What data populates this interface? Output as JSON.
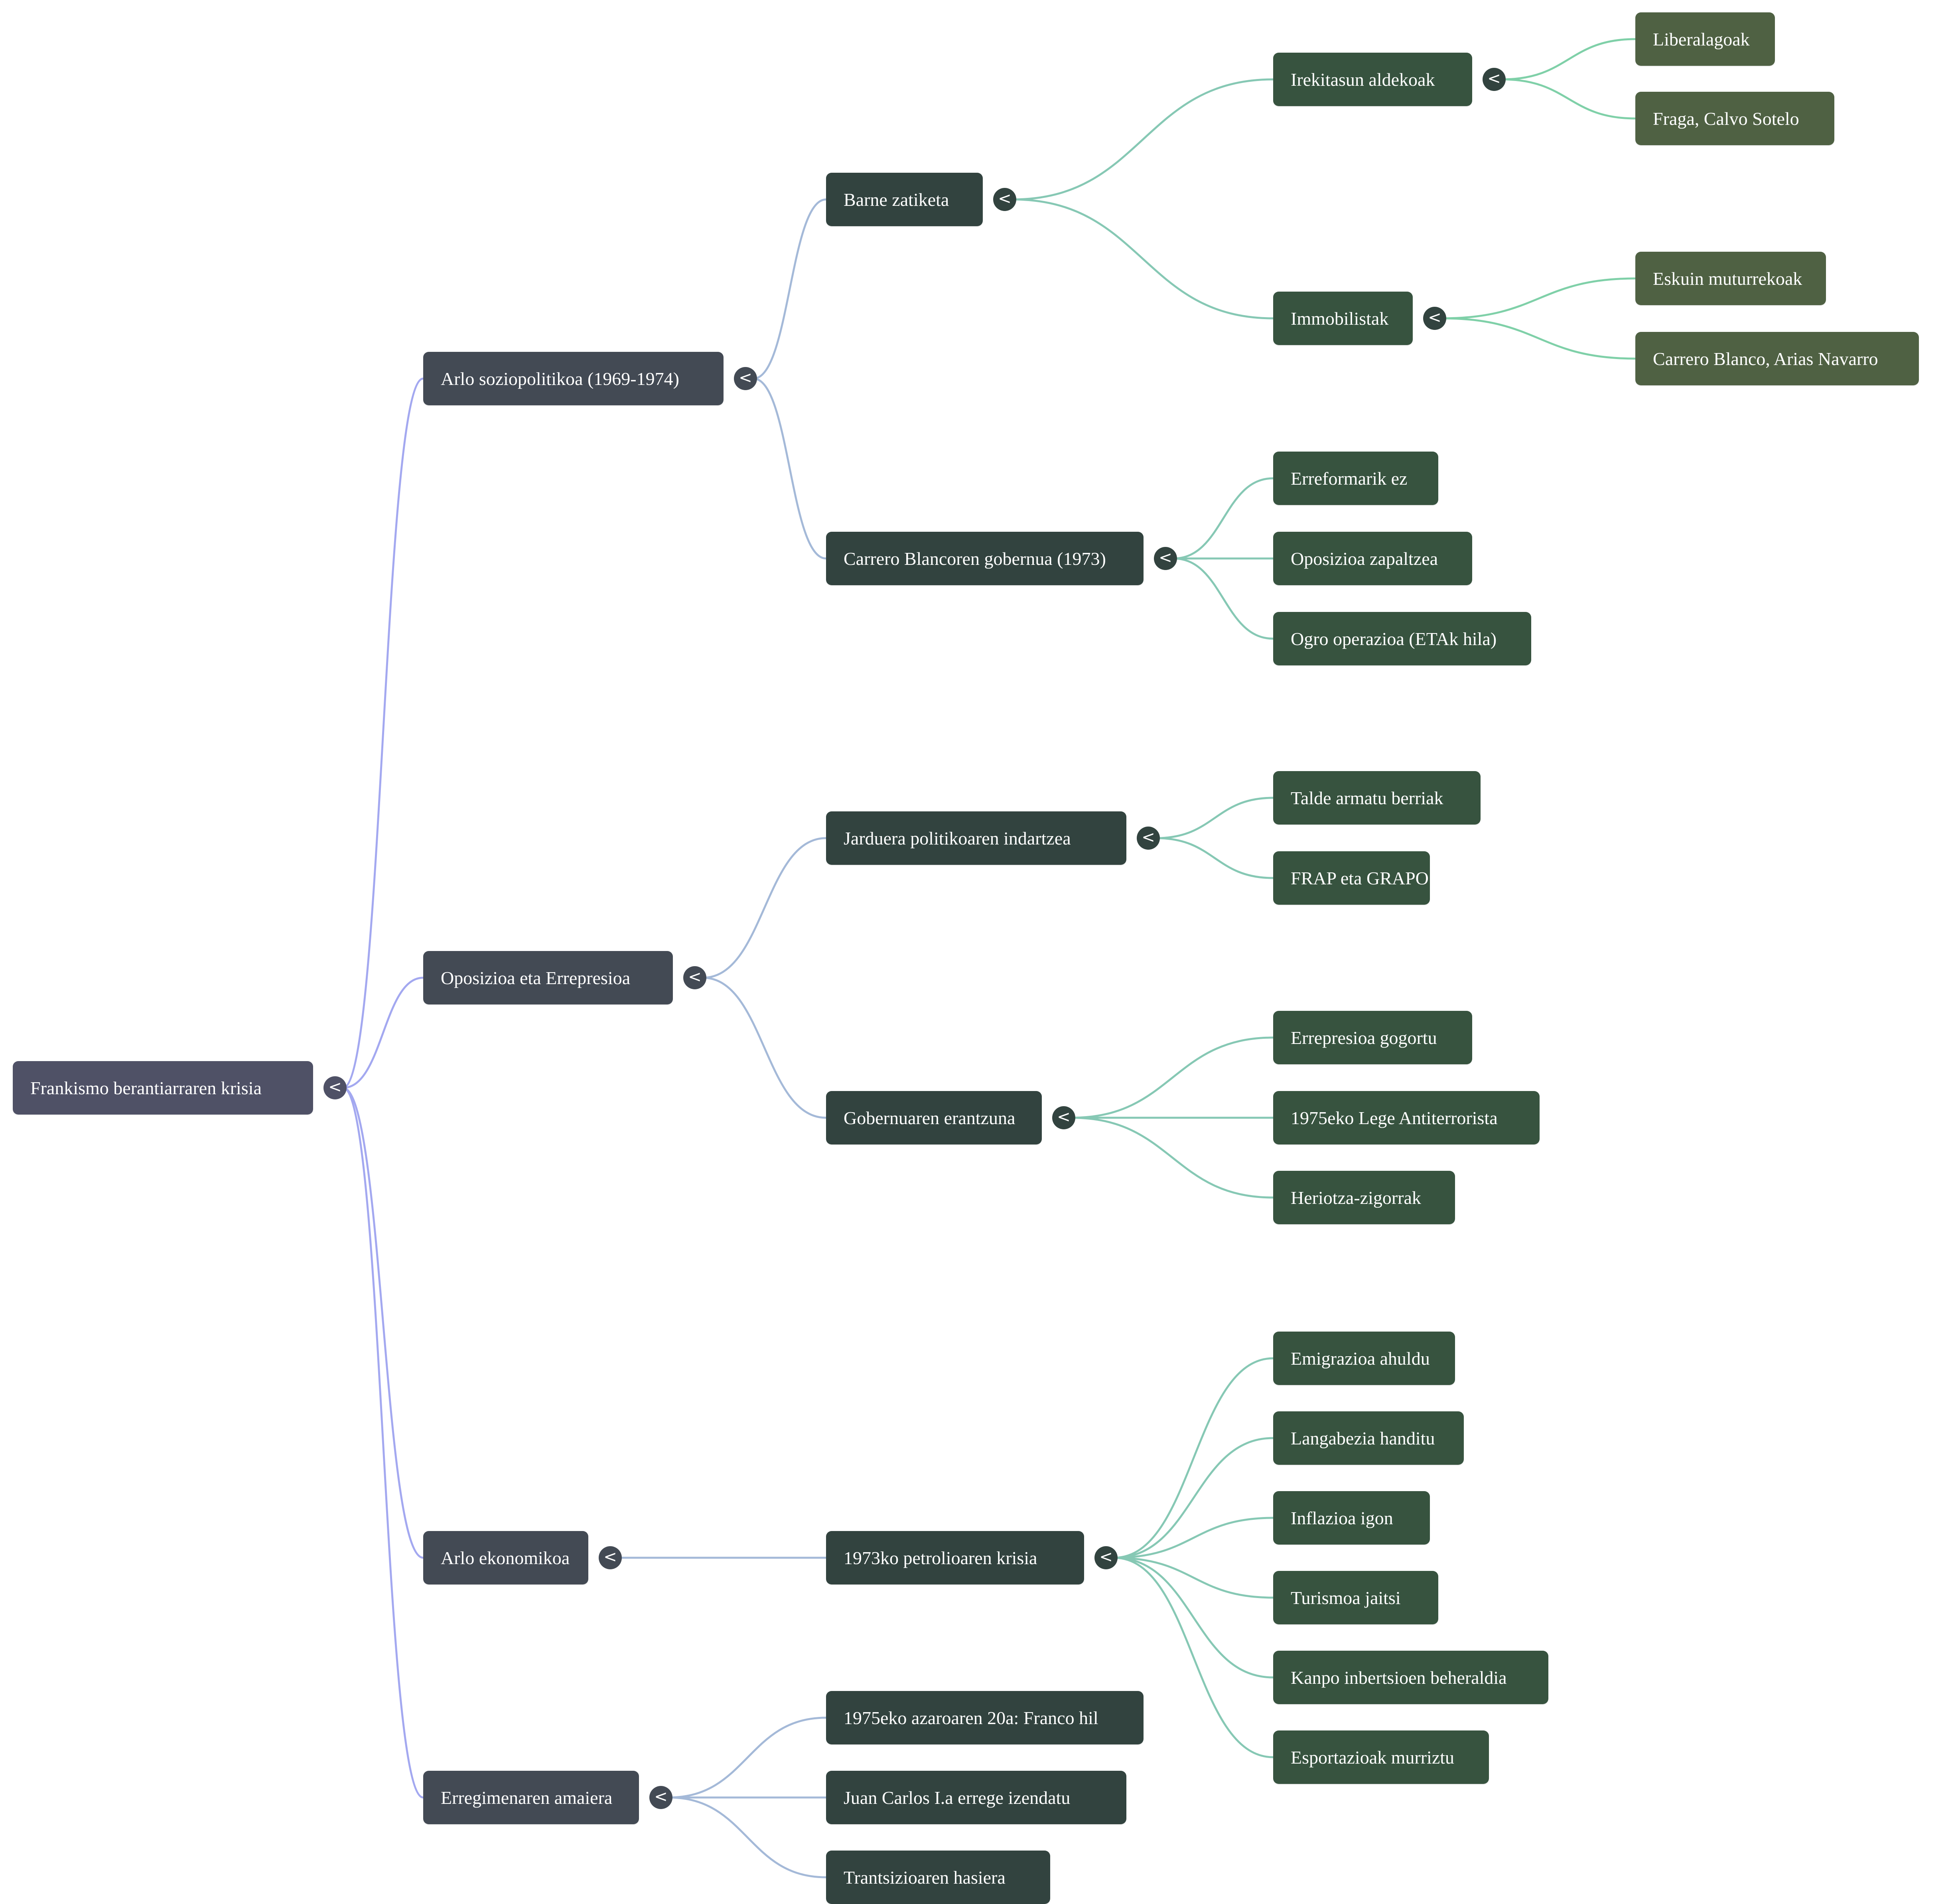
{
  "mindmap": {
    "root": {
      "label": "Frankismo berantiarraren krisia",
      "children": [
        {
          "label": "Arlo soziopolitikoa (1969-1974)",
          "children": [
            {
              "label": "Barne zatiketa",
              "children": [
                {
                  "label": "Irekitasun aldekoak",
                  "children": [
                    {
                      "label": "Liberalagoak"
                    },
                    {
                      "label": "Fraga, Calvo Sotelo"
                    }
                  ]
                },
                {
                  "label": "Immobilistak",
                  "children": [
                    {
                      "label": "Eskuin muturrekoak"
                    },
                    {
                      "label": "Carrero Blanco, Arias Navarro"
                    }
                  ]
                }
              ]
            },
            {
              "label": "Carrero Blancoren gobernua (1973)",
              "children": [
                {
                  "label": "Erreformarik ez"
                },
                {
                  "label": "Oposizioa zapaltzea"
                },
                {
                  "label": "Ogro operazioa (ETAk hila)"
                }
              ]
            }
          ]
        },
        {
          "label": "Oposizioa eta Errepresioa",
          "children": [
            {
              "label": "Jarduera politikoaren indartzea",
              "children": [
                {
                  "label": "Talde armatu berriak"
                },
                {
                  "label": "FRAP eta GRAPO"
                }
              ]
            },
            {
              "label": "Gobernuaren erantzuna",
              "children": [
                {
                  "label": "Errepresioa gogortu"
                },
                {
                  "label": "1975eko Lege Antiterrorista"
                },
                {
                  "label": "Heriotza-zigorrak"
                }
              ]
            }
          ]
        },
        {
          "label": "Arlo ekonomikoa",
          "children": [
            {
              "label": "1973ko petrolioaren krisia",
              "children": [
                {
                  "label": "Emigrazioa ahuldu"
                },
                {
                  "label": "Langabezia handitu"
                },
                {
                  "label": "Inflazioa igon"
                },
                {
                  "label": "Turismoa jaitsi"
                },
                {
                  "label": "Kanpo inbertsioen beheraldia"
                },
                {
                  "label": "Esportazioak murriztu"
                }
              ]
            }
          ]
        },
        {
          "label": "Erregimenaren amaiera",
          "children": [
            {
              "label": "1975eko azaroaren 20a: Franco hil"
            },
            {
              "label": "Juan Carlos I.a errege izendatu"
            },
            {
              "label": "Trantsizioaren hasiera"
            }
          ]
        }
      ]
    },
    "toggle_icon": "<",
    "colors": {
      "root_node": "#4f5166",
      "level1_node": "#434a54",
      "level2_node": "#32433f",
      "level3_node": "#37533f",
      "level4_node": "#4f6143",
      "root_edge": "#a3a8f0",
      "level1_edge": "#a4b9d8",
      "level2_edge": "#86c8b4",
      "level3_edge": "#7fd0a8"
    }
  }
}
